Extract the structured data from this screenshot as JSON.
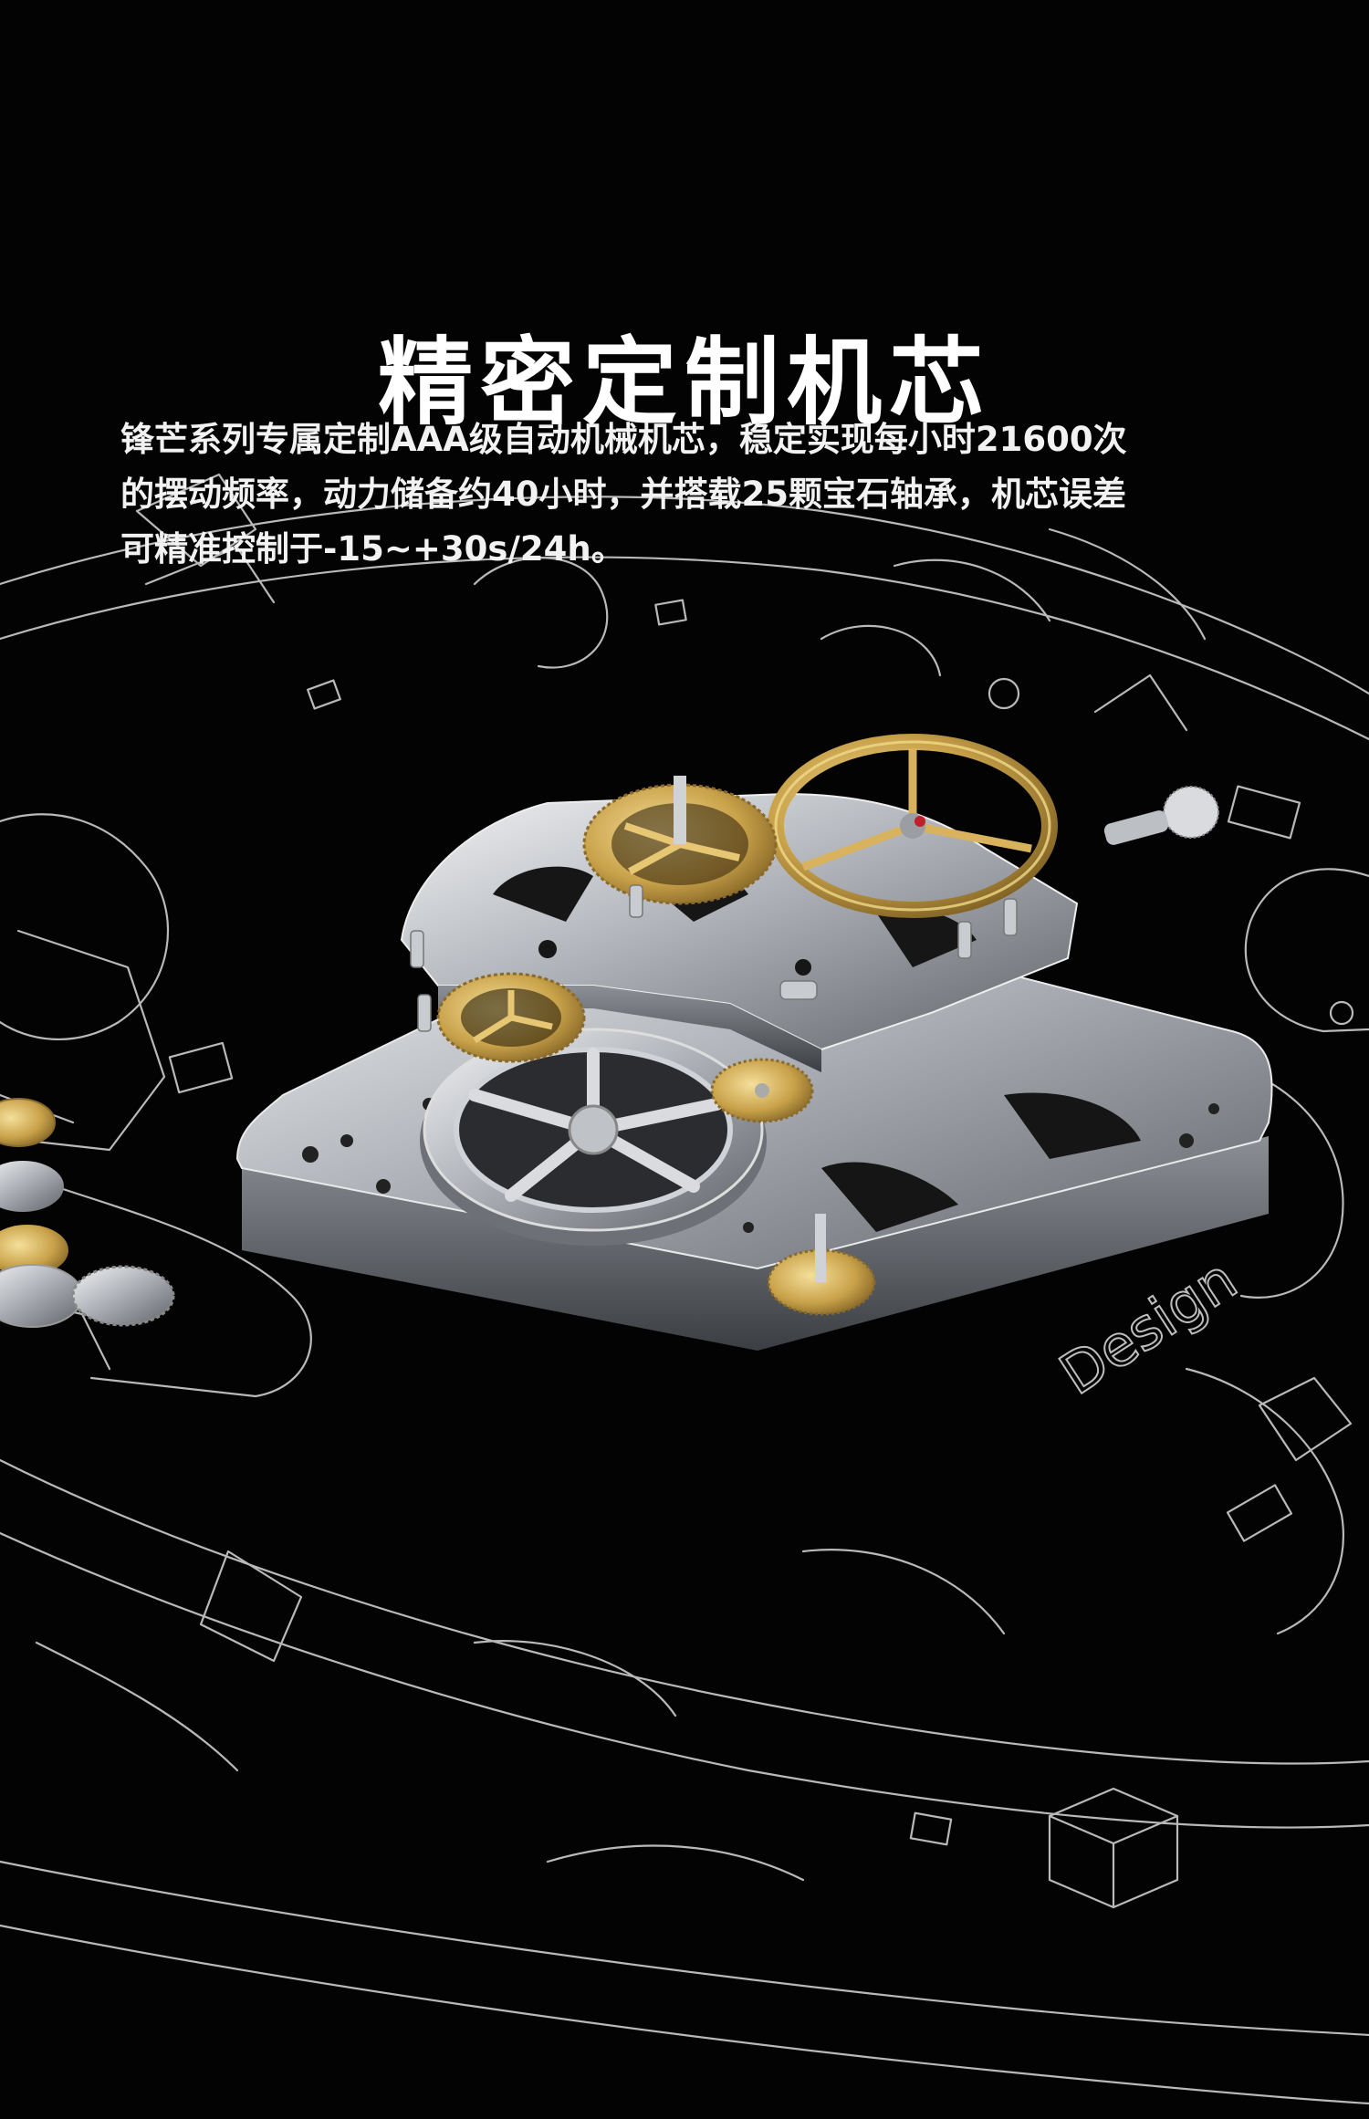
{
  "heading": "精密定制机芯",
  "description_lines": [
    "锋芒系列专属定制AAA级自动机械机芯，稳定实现每小时21600次",
    "的摆动频率，动力储备约40小时，并搭载25颗宝石轴承，机芯误差",
    "可精准控制于-15~+30s/24h。"
  ],
  "brand_mark": "Design",
  "colors": {
    "background": "#030303",
    "line_art": "#d8d8d8",
    "steel": "#c8cbcf",
    "gold": "#c9a24a",
    "text": "#ffffff"
  }
}
